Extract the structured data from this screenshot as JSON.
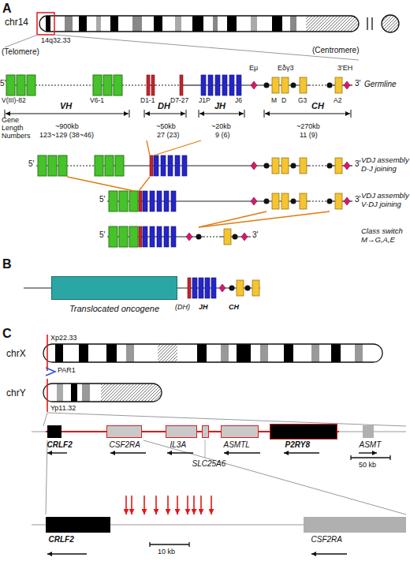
{
  "diagram": {
    "nodes": [
      {
        "text": [
          "Translocated oncogene"
        ]
      },
      {
        "text": [
          "CRLF2"
        ]
      },
      {
        "text": [
          "CSF2RA"
        ]
      },
      {
        "text": [
          "IL3A"
        ]
      },
      {
        "text": [
          "SLC25A6"
        ]
      },
      {
        "text": [
          "ASMTL"
        ]
      },
      {
        "text": [
          "P2RY8"
        ]
      },
      {
        "text": [
          "ASMT"
        ]
      },
      {
        "text": [
          "CRLF2"
        ]
      },
      {
        "text": [
          "CSF2RA"
        ]
      }
    ],
    "labels": [
      "A",
      "chr14",
      "14q32.33",
      "(Telomere)",
      "(Centromere)",
      "5'",
      "Eμ",
      "Eδγ3",
      "3'EH",
      "3'",
      "Germline",
      "V(III)-82",
      "V6-1",
      "D1-1",
      "D7-27",
      "J1P",
      "J6",
      "M",
      "D",
      "G3",
      "A2",
      "VH",
      "DH",
      "JH",
      "CH",
      "Gene",
      "Length",
      "Numbers",
      "~900kb",
      "123~129 (38~46)",
      "~50kb",
      "27 (23)",
      "~20kb",
      "9 (6)",
      "~270kb",
      "11 (9)",
      "5'",
      "3'",
      "VDJ assembly D-J joining",
      "5'",
      "3'",
      "VDJ assembly V-DJ joining",
      "5'",
      "3'",
      "Class switch M→G,A,E",
      "B",
      "(DH)",
      "JH",
      "CH",
      "C",
      "Xp22.33",
      "chrX",
      "PAR1",
      "chrY",
      "Yp11.32",
      "50 kb",
      "10 kb"
    ]
  }
}
